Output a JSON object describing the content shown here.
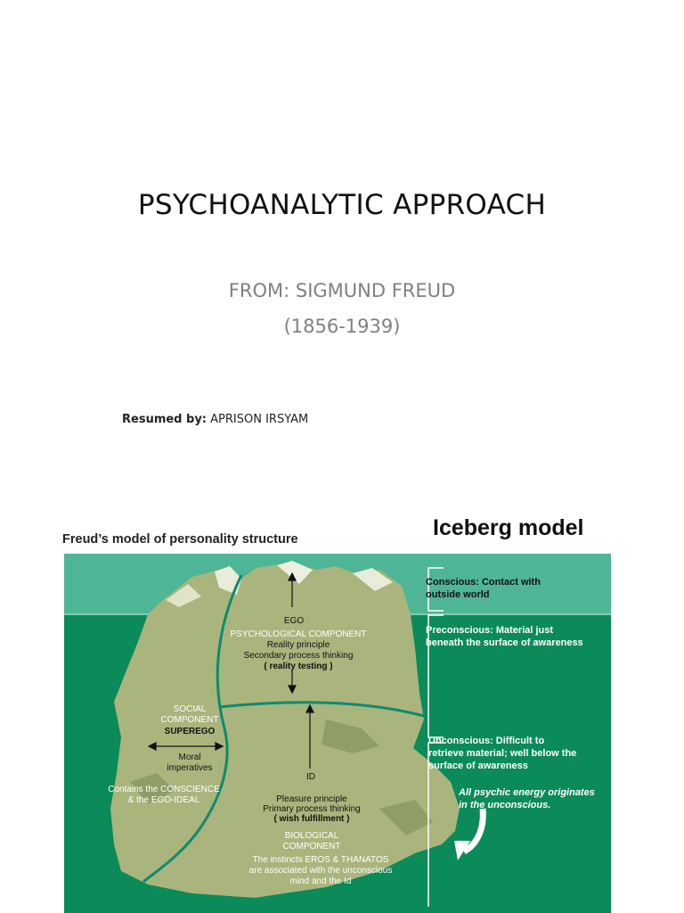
{
  "title": "PSYCHOANALYTIC APPROACH",
  "subtitle_line1": "FROM: SIGMUND FREUD",
  "subtitle_line2": "(1856-1939)",
  "resumed_label": "Resumed by:",
  "resumed_name": "APRISON IRSYAM",
  "figure": {
    "title_left": "Freud’s model of personality structure",
    "title_right": "Iceberg model",
    "ego": {
      "name": "EGO",
      "component": "PSYCHOLOGICAL COMPONENT",
      "line1": "Reality principle",
      "line2": "Secondary process thinking",
      "line3": "( reality testing )"
    },
    "superego": {
      "component_line1": "SOCIAL",
      "component_line2": "COMPONENT",
      "name": "SUPEREGO",
      "line1": "Moral",
      "line2": "imperatives",
      "note_line1": "Contains the CONSCIENCE",
      "note_line2": "& the EGO-IDEAL"
    },
    "id": {
      "name": "ID",
      "line1": "Pleasure principle",
      "line2": "Primary process  thinking",
      "line3": "( wish fulfillment )",
      "component_line1": "BIOLOGICAL",
      "component_line2": "COMPONENT",
      "note_line1": "The instincts EROS & THANATOS",
      "note_line2": "are associated with the unconscious",
      "note_line3": "mind and the Id"
    },
    "levels": {
      "conscious_line1": "Conscious: Contact with",
      "conscious_line2": "outside world",
      "preconscious_line1": "Preconscious: Material just",
      "preconscious_line2": "beneath the surface of awareness",
      "unconscious_line1": "Unconscious: Difficult to",
      "unconscious_line2": "retrieve material; well below the",
      "unconscious_line3": "surface of awareness",
      "energy_line1": "All psychic energy originates",
      "energy_line2": "in the unconscious."
    },
    "colors": {
      "sky": "#4fb597",
      "sea": "#0b8a5a",
      "iceberg": "#a9b57c"
    }
  }
}
